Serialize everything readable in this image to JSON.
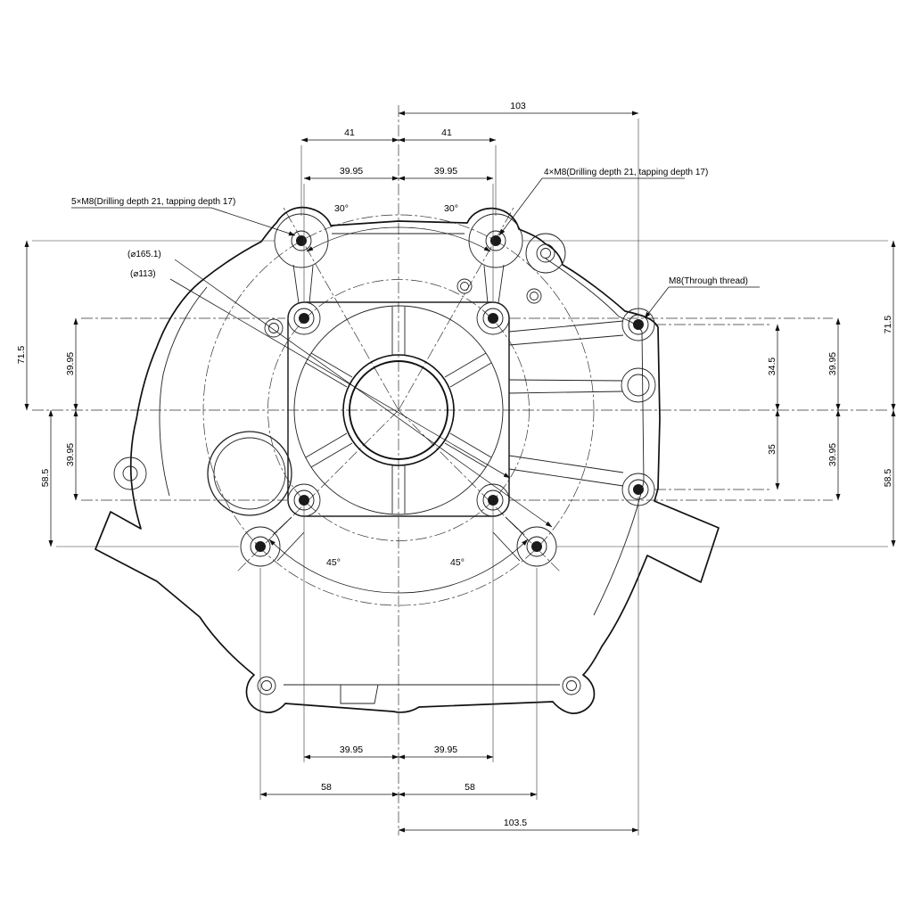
{
  "drawing": {
    "line_color": "#1a1a1a",
    "background": "#ffffff",
    "dimensions": {
      "top_width": "103",
      "top_left_41": "41",
      "top_right_41": "41",
      "top_left_3995": "39.95",
      "top_right_3995": "39.95",
      "angle_30_left": "30°",
      "angle_30_right": "30°",
      "angle_45_left": "45°",
      "angle_45_right": "45°",
      "left_715": "71.5",
      "left_585": "58.5",
      "left_3995_upper": "39.95",
      "left_3995_lower": "39.95",
      "right_345": "34.5",
      "right_35": "35",
      "right_3995_upper": "39.95",
      "right_3995_lower": "39.95",
      "right_715": "71.5",
      "right_585": "58.5",
      "bottom_left_3995": "39.95",
      "bottom_right_3995": "39.95",
      "bottom_left_58": "58",
      "bottom_right_58": "58",
      "bottom_width": "103.5"
    },
    "annotations": {
      "bolts_5xM8": "5×M8(Drilling depth 21, tapping depth 17)",
      "bolts_4xM8": "4×M8(Drilling depth 21, tapping depth 17)",
      "m8_through": "M8(Through thread)",
      "bolt_circle_165": "(⌀165.1)",
      "bolt_circle_113": "(⌀113)"
    }
  }
}
